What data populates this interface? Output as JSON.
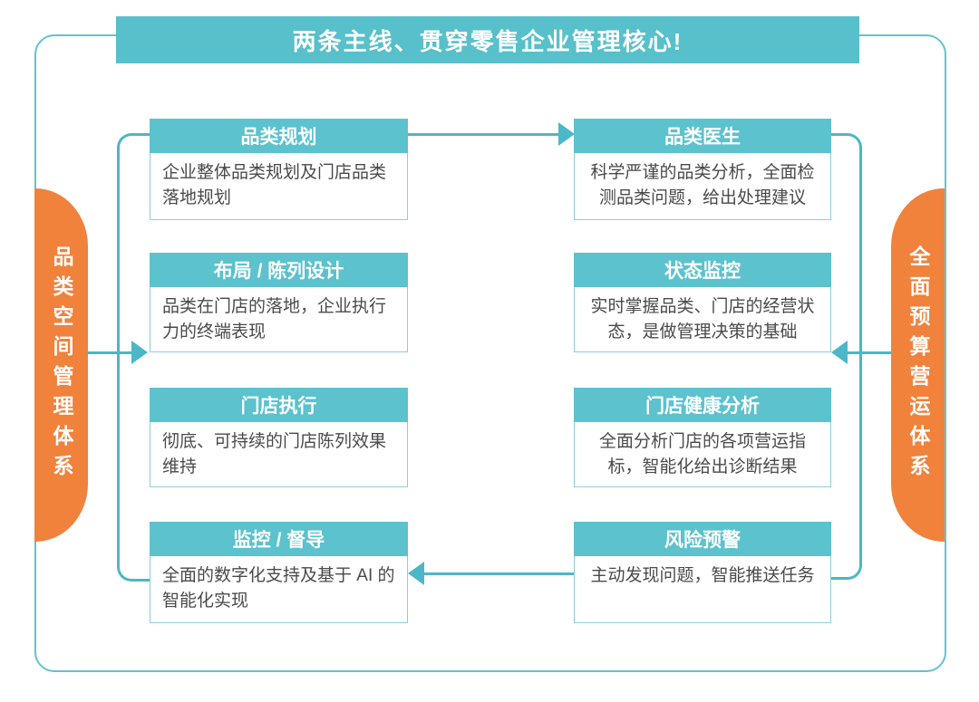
{
  "title": {
    "text": "两条主线、贯穿零售企业管理核心!"
  },
  "left_pill": {
    "label": "品类空间管理体系"
  },
  "right_pill": {
    "label": "全面预算营运体系"
  },
  "left_column": {
    "cards": [
      {
        "title": "品类规划",
        "body": "企业整体品类规划及门店品类落地规划"
      },
      {
        "title": "布局 / 陈列设计",
        "body": "品类在门店的落地，企业执行力的终端表现"
      },
      {
        "title": "门店执行",
        "body": "彻底、可持续的门店陈列效果维持"
      },
      {
        "title": "监控 / 督导",
        "body": "全面的数字化支持及基于 AI 的智能化实现"
      }
    ]
  },
  "right_column": {
    "cards": [
      {
        "title": "品类医生",
        "body": "科学严谨的品类分析，全面检测品类问题，给出处理建议"
      },
      {
        "title": "状态监控",
        "body": "实时掌握品类、门店的经营状态，是做管理决策的基础"
      },
      {
        "title": "门店健康分析",
        "body": "全面分析门店的各项营运指标，智能化给出诊断结果"
      },
      {
        "title": "风险预警",
        "body": "主动发现问题，智能推送任务"
      }
    ]
  },
  "connections": [
    {
      "from": "品类规划",
      "to": "品类医生",
      "direction": "right"
    },
    {
      "from": "风险预警",
      "to": "监控 / 督导",
      "direction": "left"
    },
    {
      "from": "品类空间管理体系",
      "to": "左侧流程",
      "direction": "right"
    },
    {
      "from": "全面预算营运体系",
      "to": "右侧流程",
      "direction": "left"
    }
  ],
  "colors": {
    "banner_teal": "#57C0CB",
    "header_teal": "#5BC2CE",
    "line_teal": "#4BB7C8",
    "frame_teal": "#62C3CF",
    "card_border_teal": "#8CCFDA",
    "pill_orange": "#F0823C",
    "body_text": "#4A4A4A",
    "white": "#FFFFFF"
  }
}
